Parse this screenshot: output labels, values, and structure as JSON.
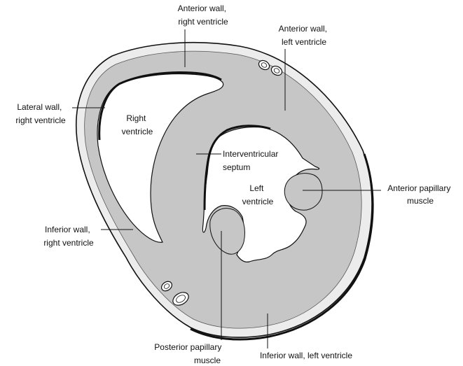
{
  "labels": {
    "anterior_wall_rv": [
      "Anterior wall,",
      "right ventricle"
    ],
    "anterior_wall_lv": [
      "Anterior wall,",
      "left ventricle"
    ],
    "lateral_wall_rv": [
      "Lateral wall,",
      "right ventricle"
    ],
    "right_ventricle": [
      "Right",
      "ventricle"
    ],
    "interventricular_septum": [
      "Interventricular",
      "septum"
    ],
    "left_ventricle": [
      "Left",
      "ventricle"
    ],
    "anterior_papillary": [
      "Anterior papillary",
      "muscle"
    ],
    "inferior_wall_rv": [
      "Inferior wall,",
      "right ventricle"
    ],
    "posterior_papillary": [
      "Posterior papillary",
      "muscle"
    ],
    "inferior_wall_lv": [
      "Inferior wall, left ventricle"
    ]
  },
  "colors": {
    "myocardium": "#c6c6c6",
    "outline": "#111111",
    "cavity": "#ffffff",
    "epicardium": "#ececec"
  }
}
